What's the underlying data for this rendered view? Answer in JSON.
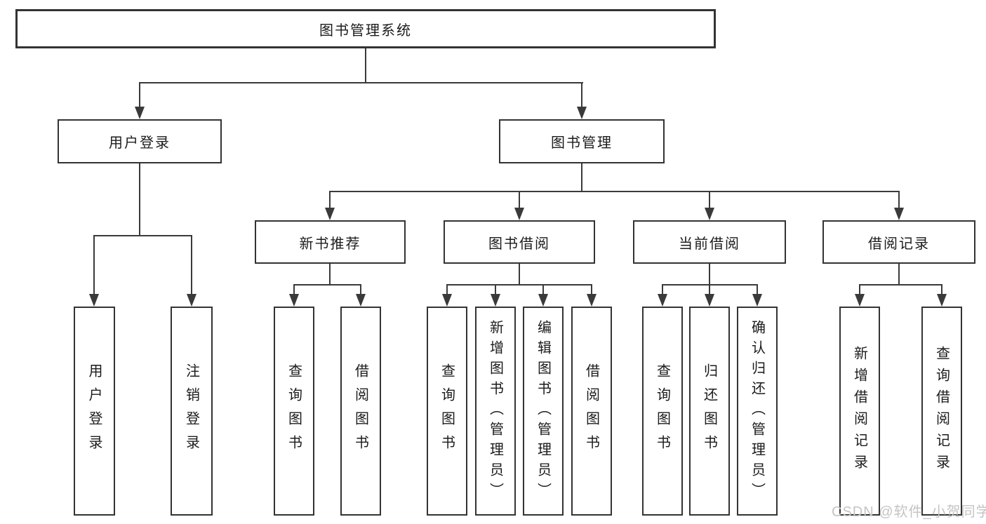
{
  "diagram": {
    "title": "图书管理系统",
    "root": {
      "label": "图书管理系统"
    },
    "branches": [
      {
        "label": "用户登录",
        "children": [
          {
            "label": "用户登录"
          },
          {
            "label": "注销登录"
          }
        ]
      },
      {
        "label": "图书管理",
        "children": [
          {
            "label": "新书推荐",
            "children": [
              {
                "label": "查询图书"
              },
              {
                "label": "借阅图书"
              }
            ]
          },
          {
            "label": "图书借阅",
            "children": [
              {
                "label": "查询图书"
              },
              {
                "label": "新增图书（管理员）"
              },
              {
                "label": "编辑图书（管理员）"
              },
              {
                "label": "借阅图书"
              }
            ]
          },
          {
            "label": "当前借阅",
            "children": [
              {
                "label": "查询图书"
              },
              {
                "label": "归还图书"
              },
              {
                "label": "确认归还（管理员）"
              }
            ]
          },
          {
            "label": "借阅记录",
            "children": [
              {
                "label": "新增借阅记录"
              },
              {
                "label": "查询借阅记录"
              }
            ]
          }
        ]
      }
    ]
  },
  "watermark": {
    "text": "CSDN @软件_小贺同学",
    "color": "#c4c4c4"
  },
  "colors": {
    "background": "#ffffff",
    "box_border": "#333333",
    "connector_line": "#3a3a3a",
    "text": "#1b1b1b"
  }
}
